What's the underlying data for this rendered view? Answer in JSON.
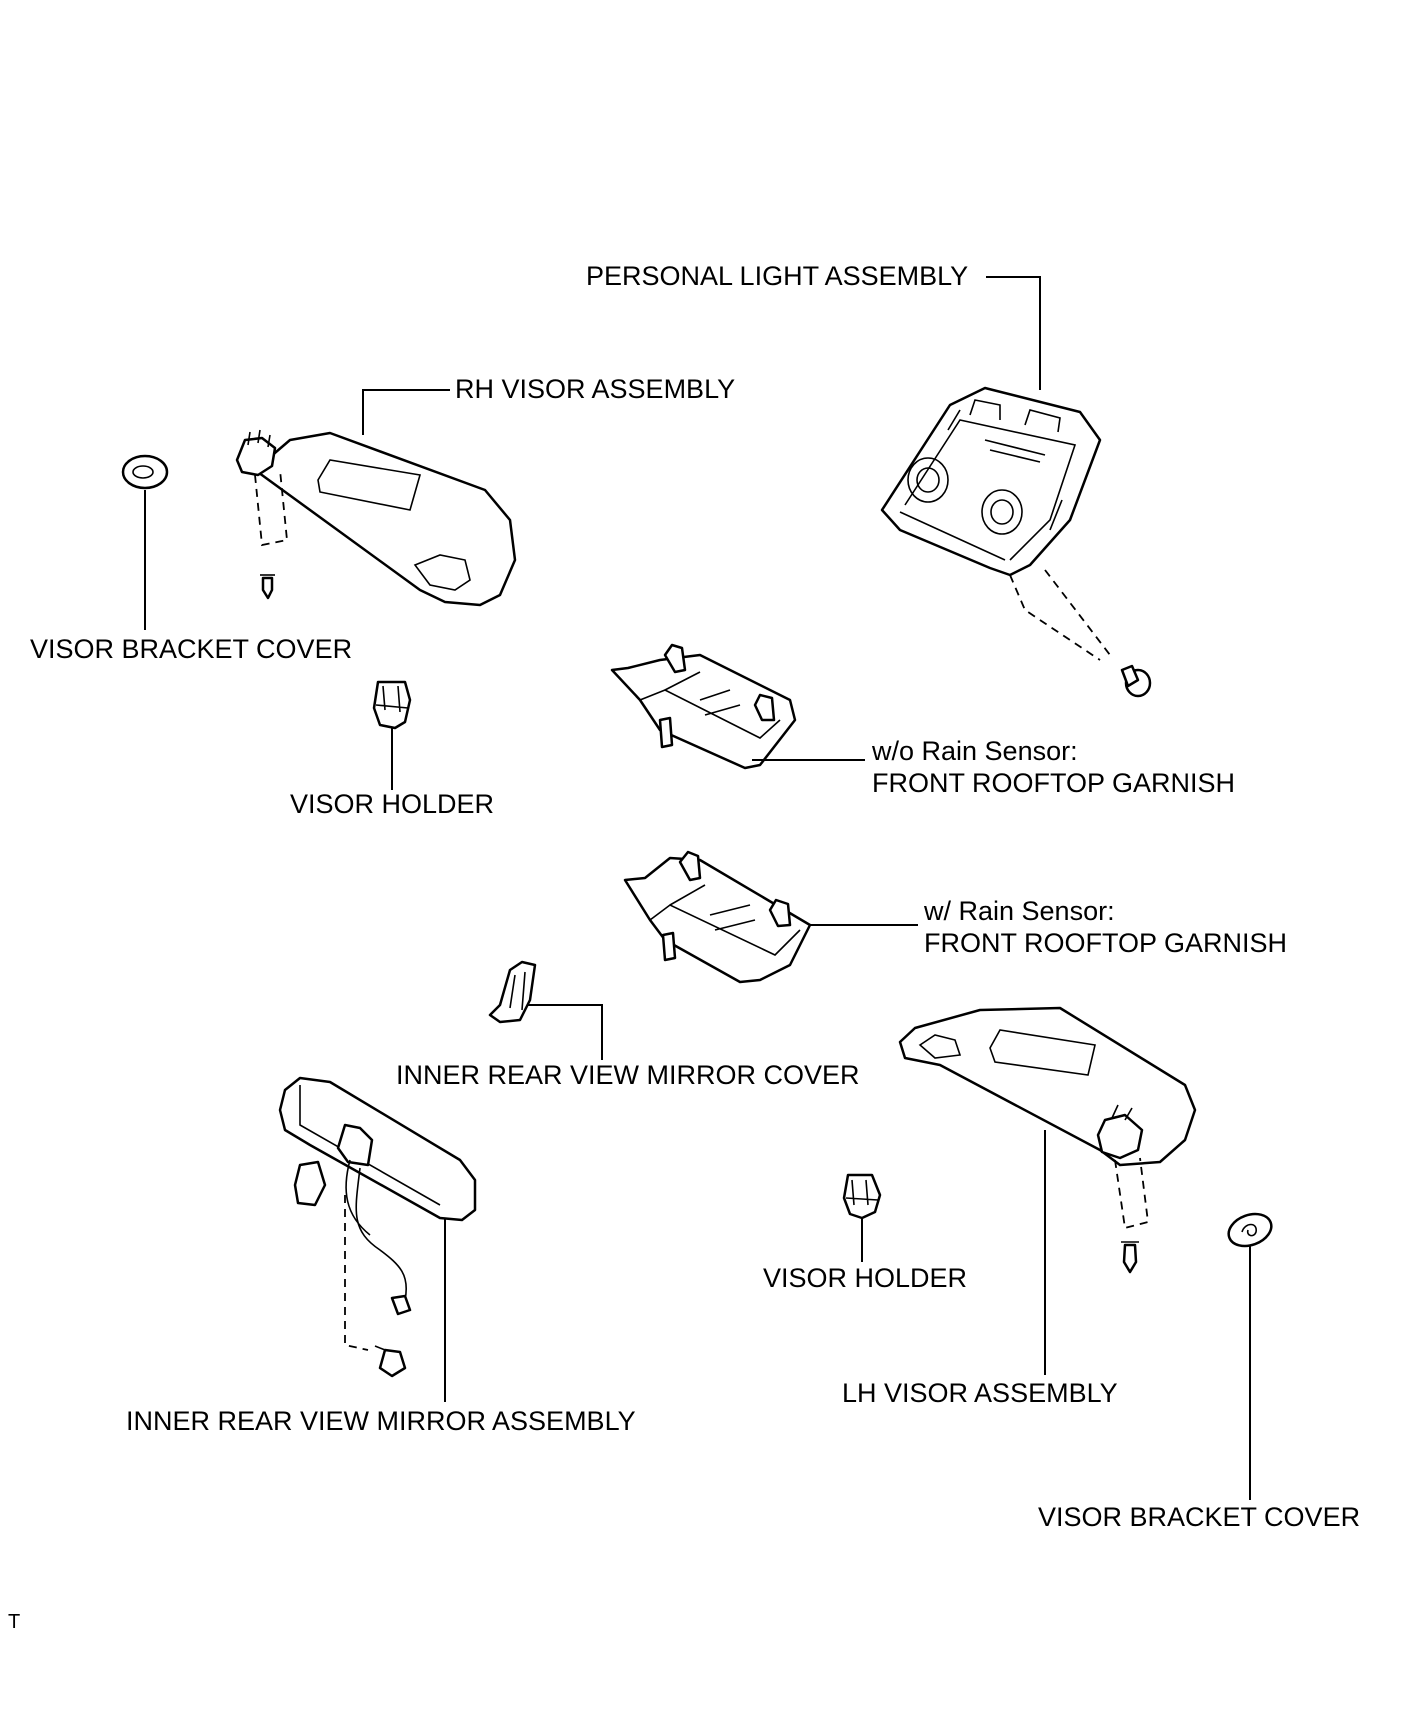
{
  "labels": {
    "personal_light_assembly": "PERSONAL LIGHT ASSEMBLY",
    "rh_visor_assembly": "RH VISOR ASSEMBLY",
    "visor_bracket_cover_left": "VISOR BRACKET COVER",
    "visor_holder_left": "VISOR HOLDER",
    "wo_rain_sensor": "w/o Rain Sensor:",
    "wo_front_rooftop_garnish": "FRONT ROOFTOP GARNISH",
    "w_rain_sensor": "w/ Rain Sensor:",
    "w_front_rooftop_garnish": "FRONT ROOFTOP GARNISH",
    "inner_rear_view_mirror_cover": "INNER REAR VIEW MIRROR COVER",
    "inner_rear_view_mirror_assembly": "INNER REAR VIEW MIRROR ASSEMBLY",
    "visor_holder_right": "VISOR HOLDER",
    "lh_visor_assembly": "LH VISOR ASSEMBLY",
    "visor_bracket_cover_right": "VISOR BRACKET COVER"
  },
  "corner_marker": "T"
}
